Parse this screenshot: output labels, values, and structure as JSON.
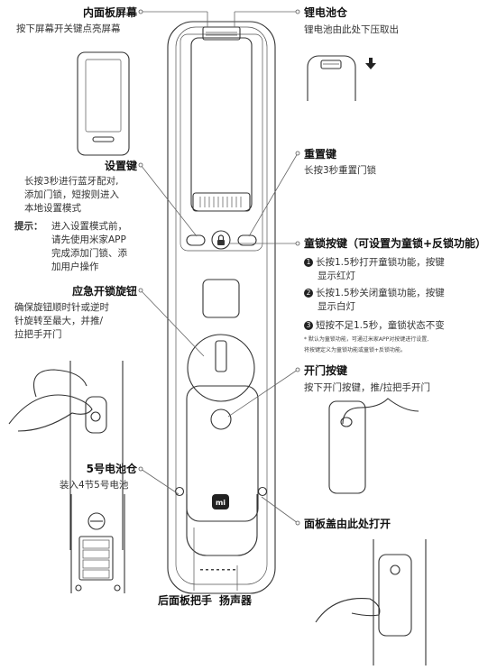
{
  "labels": {
    "inner_screen": {
      "title": "内面板屏幕",
      "desc": "按下屏幕开关键点亮屏幕"
    },
    "lithium_battery": {
      "title": "锂电池仓",
      "desc": "锂电池由此处下压取出"
    },
    "settings_key": {
      "title": "设置键",
      "lines": [
        "长按3秒进行蓝牙配对,",
        "添加门锁，短按则进入",
        "本地设置模式"
      ]
    },
    "tip": {
      "label": "提示：",
      "lines": [
        "进入设置模式前，",
        "请先使用米家APP",
        "完成添加门锁、添",
        "加用户操作"
      ]
    },
    "reset_key": {
      "title": "重置键",
      "desc": "长按3秒重置门锁"
    },
    "child_lock": {
      "title": "童锁按键（可设置为童锁+反锁功能）",
      "items": [
        {
          "num": "1",
          "lines": [
            "长按1.5秒打开童锁功能，按键",
            "显示红灯"
          ]
        },
        {
          "num": "2",
          "lines": [
            "长按1.5秒关闭童锁功能，按键",
            "显示白灯"
          ]
        },
        {
          "num": "3",
          "lines": [
            "短按不足1.5秒，童锁状态不变"
          ]
        }
      ],
      "notes": [
        "* 默认为童锁功能，可通过米家APP对按键进行设置,",
        "将按键定义为童锁功能或童锁+反锁功能。"
      ]
    },
    "emergency_knob": {
      "title": "应急开锁旋钮",
      "lines": [
        "确保旋钮顺时针或逆时",
        "针旋转至最大，并推/",
        "拉把手开门"
      ]
    },
    "open_button": {
      "title": "开门按键",
      "desc": "按下开门按键，推/拉把手开门"
    },
    "aa_battery": {
      "title": "5号电池仓",
      "desc": "装入4节5号电池"
    },
    "panel_cover": {
      "title": "面板盖由此处打开"
    },
    "rear_handle": {
      "title": "后面板把手"
    },
    "speaker": {
      "title": "扬声器"
    }
  },
  "icons": {
    "logo": "mi-logo",
    "down_arrow": "down-arrow-icon",
    "lock": "lock-icon"
  },
  "colors": {
    "ink": "#222222",
    "line": "#555555"
  }
}
